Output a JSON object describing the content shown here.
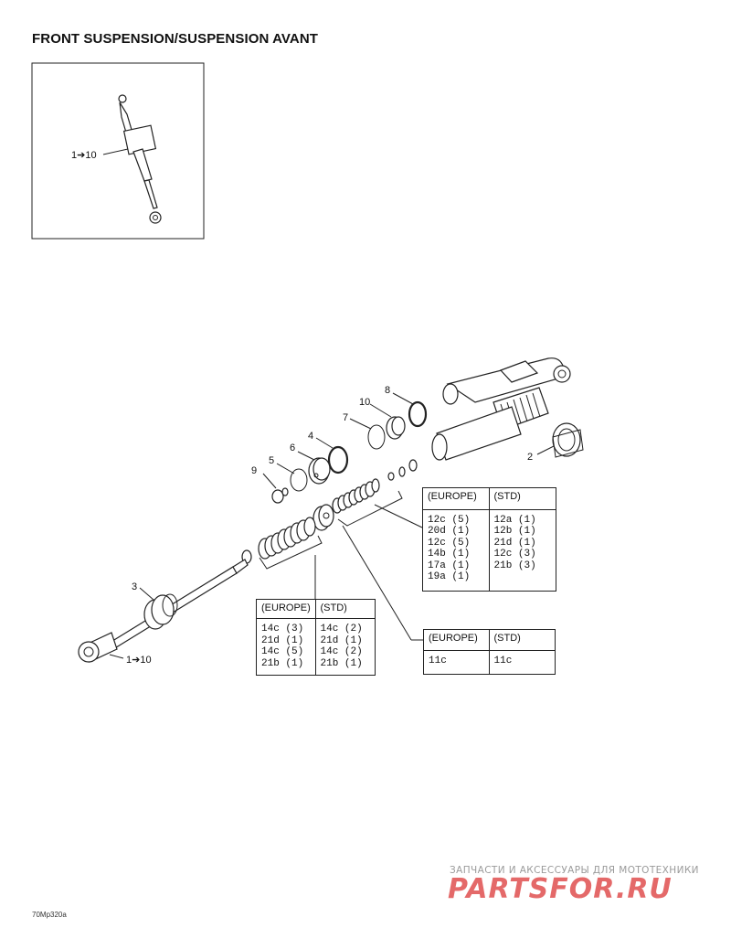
{
  "title": "FRONT SUSPENSION/SUSPENSION AVANT",
  "inset": {
    "range_label": "1➔10"
  },
  "callouts": {
    "c1_10": "1➔10",
    "c2": "2",
    "c3": "3",
    "c4": "4",
    "c5": "5",
    "c6": "6",
    "c7": "7",
    "c8": "8",
    "c9": "9",
    "c10": "10"
  },
  "table_shims_top": {
    "head_left": "(EUROPE)",
    "head_right": "(STD)",
    "left": [
      "12c (5)",
      "20d (1)",
      "12c (5)",
      "14b (1)",
      "17a (1)",
      "19a (1)"
    ],
    "right": [
      "12a (1)",
      "12b (1)",
      "21d (1)",
      "12c (3)",
      "21b (3)"
    ]
  },
  "table_shims_bottom": {
    "head_left": "(EUROPE)",
    "head_right": "(STD)",
    "left": [
      "14c (3)",
      "21d (1)",
      "14c (5)",
      "21b (1)"
    ],
    "right": [
      "14c (2)",
      "21d (1)",
      "14c (2)",
      "21b (1)"
    ]
  },
  "table_piston": {
    "head_left": "(EUROPE)",
    "head_right": "(STD)",
    "left": [
      "11c"
    ],
    "right": [
      "11c"
    ]
  },
  "figure_code": "70Mp320a",
  "watermark": {
    "line1": "ЗАПЧАСТИ И АКСЕССУАРЫ ДЛЯ МОТОТЕХНИКИ",
    "line2": "PARTSFOR.RU"
  }
}
